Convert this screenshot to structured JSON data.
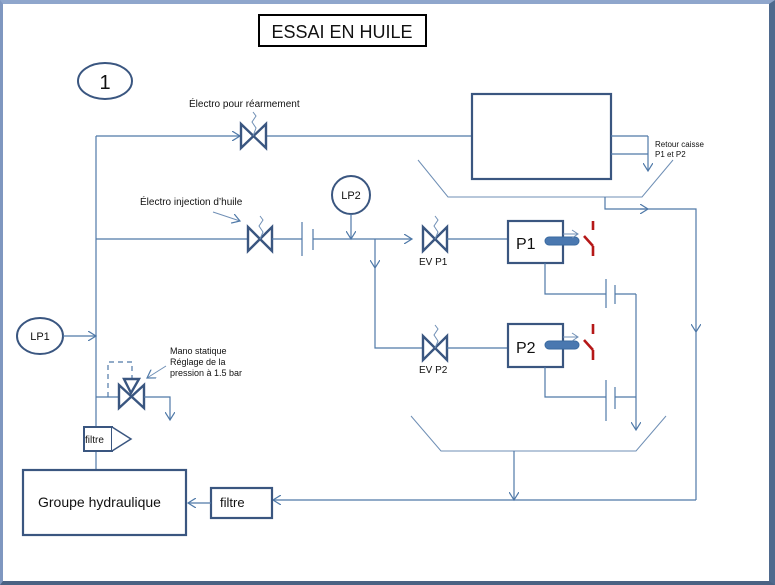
{
  "title": "ESSAI EN HUILE",
  "circuit_number": "1",
  "labels": {
    "electro_rearmement": "Électro pour réarmement",
    "electro_injection": "Électro injection d’huile",
    "retour_caisse_line1": "Retour caisse",
    "retour_caisse_line2": "P1 et P2",
    "mano_line1": "Mano statique",
    "mano_line2": "Réglage de la",
    "mano_line3": "pression à 1.5 bar",
    "ev_p1": "EV P1",
    "ev_p2": "EV P2"
  },
  "gauges": {
    "lp1": "LP1",
    "lp2": "LP2"
  },
  "pumps": {
    "p1": "P1",
    "p2": "P2"
  },
  "filters": {
    "small": "filtre",
    "return": "filtre"
  },
  "hydraulic_group": "Groupe hydraulique",
  "colors": {
    "line": "#4f79a8",
    "box": "#3a5680",
    "switch": "#b51818",
    "shaft": "#4a78b0"
  }
}
